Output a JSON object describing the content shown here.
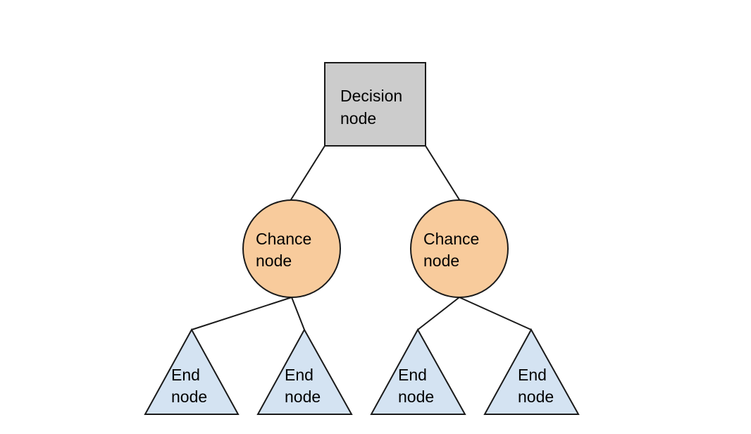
{
  "diagram": {
    "type": "decision-tree",
    "background_color": "#ffffff",
    "stroke_color": "#1a1a1a",
    "colors": {
      "decision_fill": "#cccccc",
      "chance_fill": "#f8cb9c",
      "end_fill": "#d4e3f2"
    },
    "nodes": {
      "decision": {
        "label_line1": "Decision",
        "label_line2": "node",
        "shape": "rectangle"
      },
      "chance_left": {
        "label_line1": "Chance",
        "label_line2": "node",
        "shape": "circle"
      },
      "chance_right": {
        "label_line1": "Chance",
        "label_line2": "node",
        "shape": "circle"
      },
      "end_1": {
        "label_line1": "End",
        "label_line2": "node",
        "shape": "triangle"
      },
      "end_2": {
        "label_line1": "End",
        "label_line2": "node",
        "shape": "triangle"
      },
      "end_3": {
        "label_line1": "End",
        "label_line2": "node",
        "shape": "triangle"
      },
      "end_4": {
        "label_line1": "End",
        "label_line2": "node",
        "shape": "triangle"
      }
    }
  }
}
